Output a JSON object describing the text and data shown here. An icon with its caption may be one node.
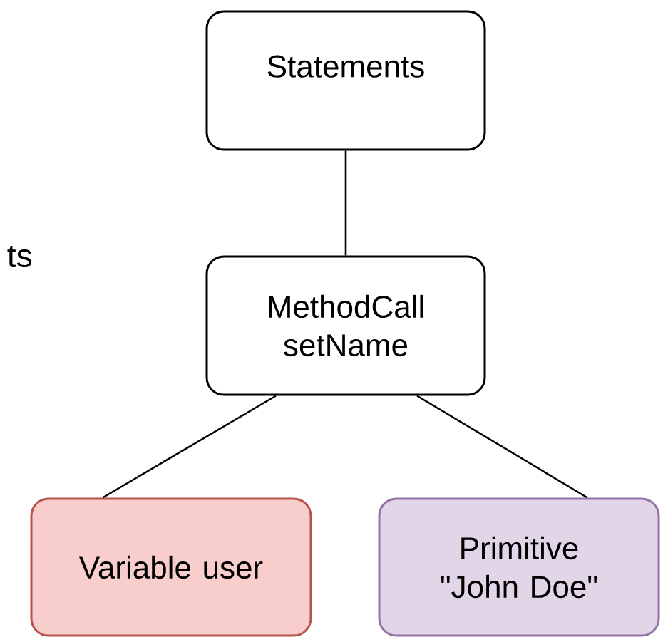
{
  "diagram": {
    "nodes": [
      {
        "text": [
          "Statements"
        ]
      },
      {
        "text": [
          "MethodCall setName"
        ]
      },
      {
        "text": [
          "Variable user"
        ]
      },
      {
        "text": [
          "Primitive \"John Doe\""
        ]
      }
    ],
    "edges": [
      {
        "from": 0,
        "to": 1,
        "arrow": "none"
      },
      {
        "from": 1,
        "to": 2,
        "arrow": "none"
      },
      {
        "from": 1,
        "to": 3,
        "arrow": "none"
      }
    ],
    "labels": [
      "ts"
    ]
  }
}
